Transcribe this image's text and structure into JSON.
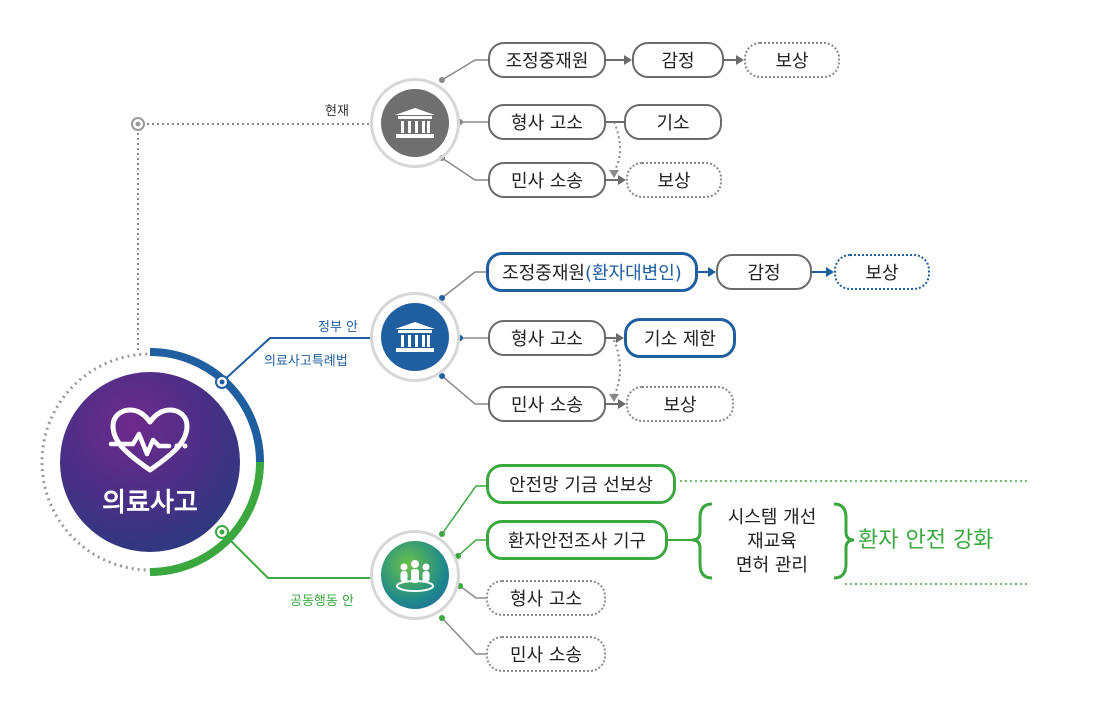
{
  "center": {
    "title": "의료사고",
    "icon": "heart-pulse-icon"
  },
  "current": {
    "label": "현재",
    "icon": "government-building-icon",
    "row1": [
      "조정중재원",
      "감정",
      "보상"
    ],
    "row2": [
      "형사 고소",
      "기소"
    ],
    "row3": [
      "민사 소송",
      "보상"
    ]
  },
  "gov": {
    "label": "정부 안",
    "sublabel": "의료사고특례법",
    "icon": "government-building-icon",
    "row1": {
      "main": "조정중재원",
      "paren": "(환자대변인)",
      "next": [
        "감정",
        "보상"
      ]
    },
    "row2": [
      "형사 고소",
      "기소 제한"
    ],
    "row3": [
      "민사 소송",
      "보상"
    ]
  },
  "joint": {
    "label": "공동행동 안",
    "icon": "people-group-icon",
    "items": [
      "안전망 기금 선보상",
      "환자안전조사 기구",
      "형사 고소",
      "민사 소송"
    ],
    "actions": [
      "시스템 개선",
      "재교육",
      "면허 관리"
    ],
    "result": "환자 안전 강화"
  },
  "colors": {
    "gray": "#6b6b6b",
    "blue": "#1f5fa0",
    "green": "#3aa83f",
    "purple": "#5a2a8a"
  }
}
